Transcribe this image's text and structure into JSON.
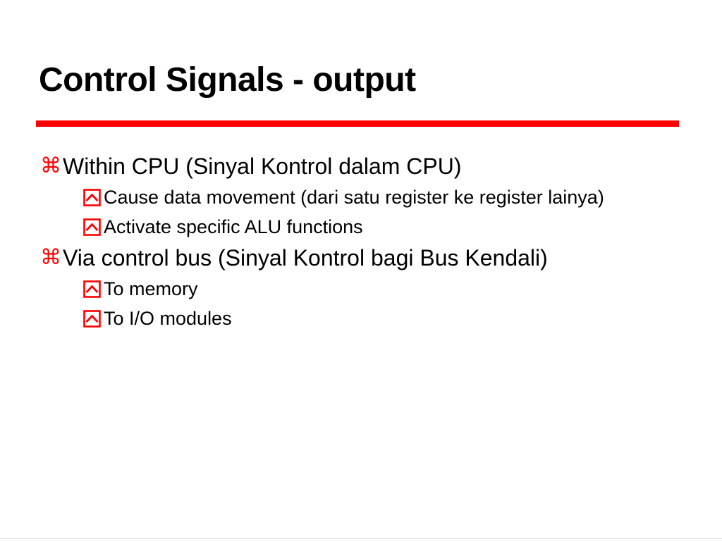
{
  "slide": {
    "title": "Control Signals - output",
    "accent_color": "#ff0000",
    "text_color": "#000000",
    "background_color": "#ffffff",
    "bullets": [
      {
        "level": 1,
        "marker": "command-bullet",
        "marker_glyph": "⌘",
        "text": "Within CPU (Sinyal Kontrol dalam CPU)"
      },
      {
        "level": 2,
        "marker": "box-caret-bullet",
        "text": "Cause data movement (dari satu register ke register lainya)"
      },
      {
        "level": 2,
        "marker": "box-caret-bullet",
        "text": "Activate specific ALU functions"
      },
      {
        "level": 1,
        "marker": "command-bullet",
        "marker_glyph": "⌘",
        "text": "Via control bus (Sinyal Kontrol bagi Bus Kendali)"
      },
      {
        "level": 2,
        "marker": "box-caret-bullet",
        "text": "To memory"
      },
      {
        "level": 2,
        "marker": "box-caret-bullet",
        "text": "To I/O modules"
      }
    ]
  }
}
